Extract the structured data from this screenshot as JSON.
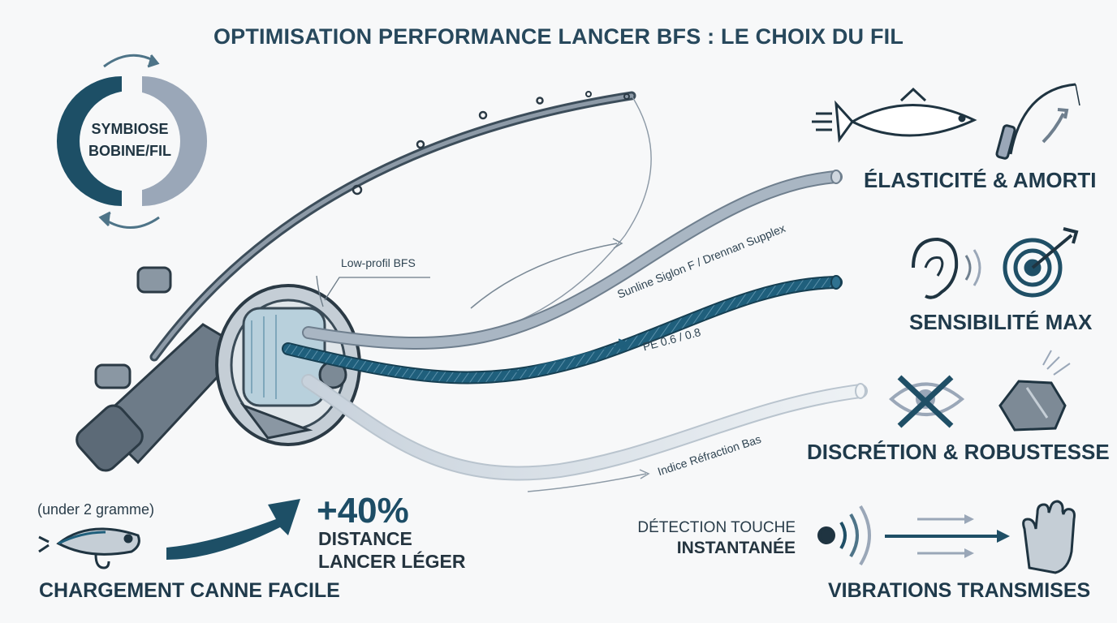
{
  "title": "OPTIMISATION PERFORMANCE LANCER BFS : LE CHOIX DU FIL",
  "symbiosis": {
    "line1": "SYMBIOSE",
    "line2": "BOBINE/FIL"
  },
  "reel_label": "Low-profil BFS",
  "lines": {
    "fluoro_label": "Sunline Siglon F / Drennan Supplex",
    "pe_label": "PE 0.6 / 0.8",
    "clear_label": "Indice Réfraction Bas"
  },
  "features": {
    "elasticity": "ÉLASTICITÉ & AMORTI",
    "sensitivity": "SENSIBILITÉ MAX",
    "discretion": "DISCRÉTION & ROBUSTESSE"
  },
  "casting": {
    "lure_weight": "(under 2 gramme)",
    "loading": "CHARGEMENT CANNE FACILE",
    "gain": "+40%",
    "distance_line1": "DISTANCE",
    "distance_line2": "LANCER LÉGER"
  },
  "detection": {
    "line1": "DÉTECTION TOUCHE",
    "line2": "INSTANTANÉE",
    "vibrations": "VIBRATIONS TRANSMISES"
  },
  "colors": {
    "dark_teal": "#1d4f66",
    "gray_blue": "#9aa7b8",
    "line_teal": "#1f5f7c",
    "clear_line": "#d5dde5"
  },
  "icons": [
    "cycle-arrow-icon",
    "trout-icon",
    "rod-bend-icon",
    "ear-icon",
    "target-icon",
    "eye-crossed-icon",
    "rock-icon",
    "lure-icon",
    "curved-arrow-icon",
    "vibration-icon",
    "arrows-icon",
    "hand-icon"
  ]
}
